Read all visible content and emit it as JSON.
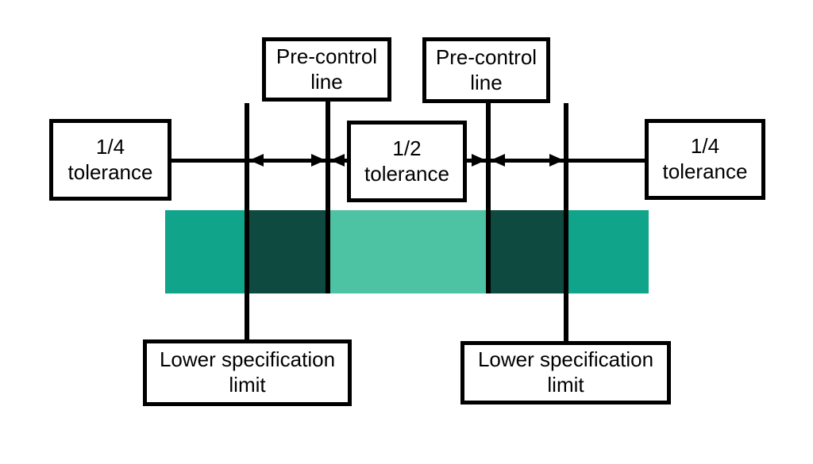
{
  "boxes": {
    "pre_control_left": {
      "label": "Pre-control\nline"
    },
    "pre_control_right": {
      "label": "Pre-control\nline"
    },
    "quarter_tolerance_left": {
      "label": "1/4\ntolerance"
    },
    "half_tolerance": {
      "label": "1/2\ntolerance"
    },
    "quarter_tolerance_right": {
      "label": "1/4\ntolerance"
    },
    "lower_spec_left": {
      "label": "Lower specification\nlimit"
    },
    "lower_spec_right": {
      "label": "Lower specification\nlimit"
    }
  },
  "bar": {
    "segments": [
      {
        "name": "outside-left",
        "color": "#10a48a"
      },
      {
        "name": "quarter-zone-left",
        "color": "#0e4a40"
      },
      {
        "name": "half-zone-center",
        "color": "#4ec3a3"
      },
      {
        "name": "quarter-zone-right",
        "color": "#0e4a40"
      },
      {
        "name": "outside-right",
        "color": "#10a48a"
      }
    ]
  },
  "colors": {
    "line": "#000000",
    "background": "#ffffff"
  }
}
